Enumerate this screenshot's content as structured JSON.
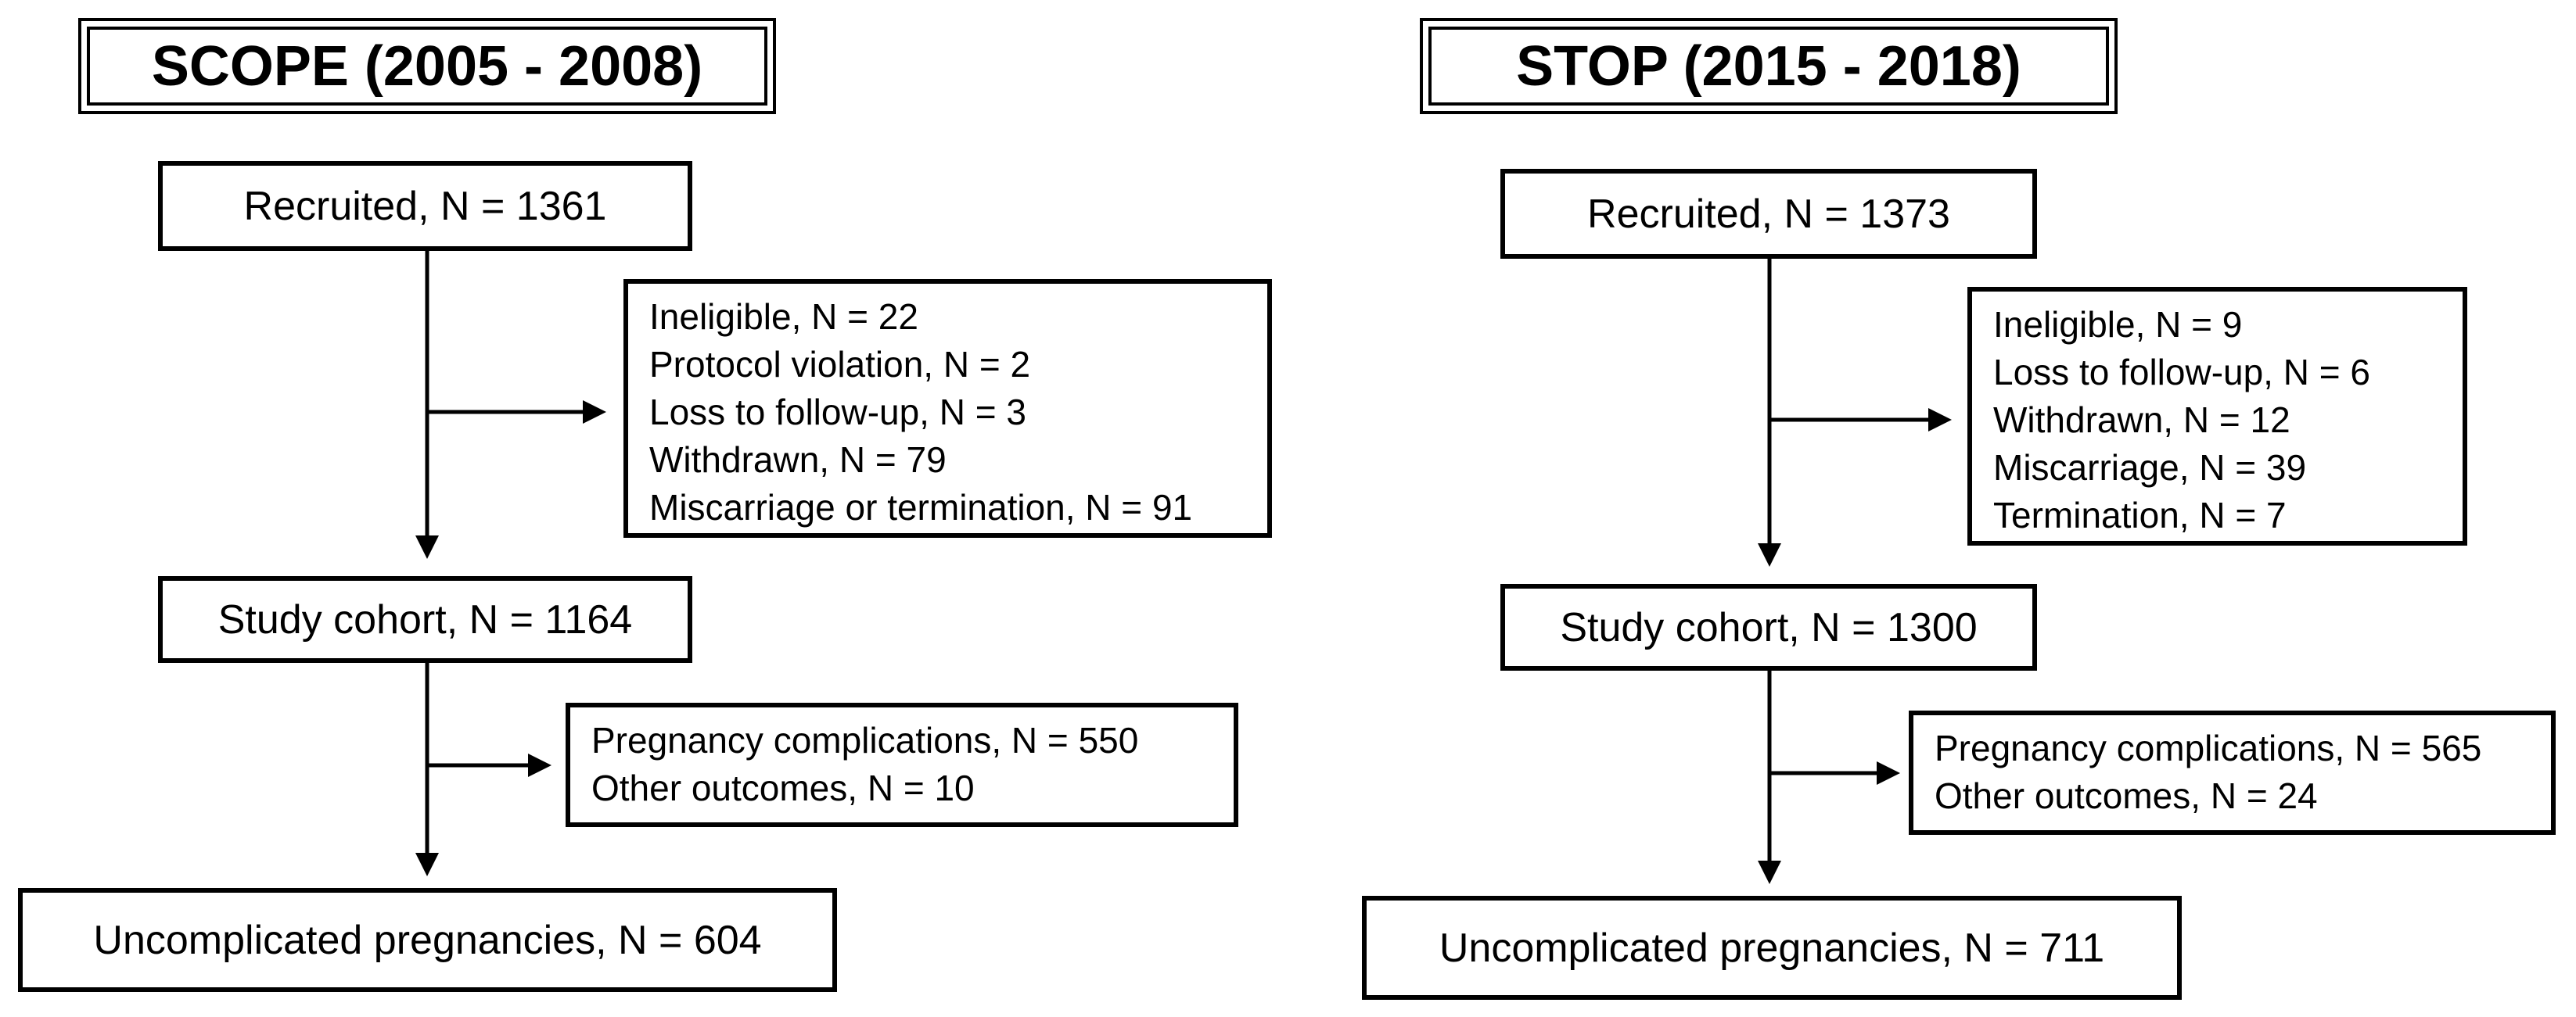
{
  "scope": {
    "title": "SCOPE (2005 - 2008)",
    "recruited": "Recruited, N = 1361",
    "exclusions": [
      "Ineligible, N = 22",
      "Protocol violation, N = 2",
      "Loss to follow-up, N = 3",
      "Withdrawn, N = 79",
      "Miscarriage or termination, N = 91"
    ],
    "cohort": "Study cohort, N = 1164",
    "outcomes": [
      "Pregnancy complications, N = 550",
      "Other outcomes, N = 10"
    ],
    "uncomplicated": "Uncomplicated pregnancies, N = 604"
  },
  "stop": {
    "title": "STOP (2015 - 2018)",
    "recruited": "Recruited, N = 1373",
    "exclusions": [
      "Ineligible, N = 9",
      "Loss to follow-up, N = 6",
      "Withdrawn, N = 12",
      "Miscarriage, N = 39",
      "Termination, N = 7"
    ],
    "cohort": "Study cohort, N = 1300",
    "outcomes": [
      "Pregnancy complications, N = 565",
      "Other outcomes, N = 24"
    ],
    "uncomplicated": "Uncomplicated pregnancies, N = 711"
  }
}
